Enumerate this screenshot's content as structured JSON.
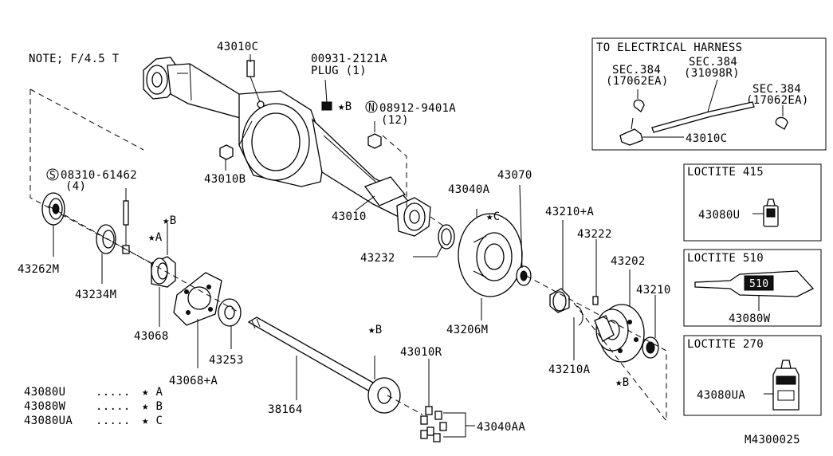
{
  "note": "NOTE; F/4.5 T",
  "diagram_code": "M4300025",
  "part_labels": {
    "p43010C": "43010C",
    "p00931": "00931-2121A",
    "plug": "PLUG (1)",
    "p08912": "08912-9401A",
    "p08912_qty": "(12)",
    "p43010B": "43010B",
    "p08310": "08310-61462",
    "p08310_qty": "(4)",
    "p43010": "43010",
    "p43040A": "43040A",
    "p43070": "43070",
    "p43262M": "43262M",
    "p43234M": "43234M",
    "p43232": "43232",
    "p43210A_plus": "43210+A",
    "p43222": "43222",
    "p43202": "43202",
    "p43210": "43210",
    "p43068": "43068",
    "p43206M": "43206M",
    "p43253": "43253",
    "p43068A": "43068+A",
    "p43210A": "43210A",
    "p43010R": "43010R",
    "p38164": "38164",
    "p43040AA": "43040AA"
  },
  "markers": {
    "starA": "★A",
    "starB": "★B",
    "starC": "★C",
    "circleN": "N",
    "circleS": "S"
  },
  "legend": [
    {
      "part": "43080U",
      "dots": ".....",
      "mark": "★ A"
    },
    {
      "part": "43080W",
      "dots": ".....",
      "mark": "★ B"
    },
    {
      "part": "43080UA",
      "dots": ".....",
      "mark": "★ C"
    }
  ],
  "harness_box": {
    "title": "TO ELECTRICAL HARNESS",
    "sec1": "SEC.384",
    "sec1_code": "(17062EA)",
    "sec2": "SEC.384",
    "sec2_code": "(31098R)",
    "sec3": "SEC.384",
    "sec3_code": "(17062EA)",
    "part": "43010C"
  },
  "loctite_boxes": [
    {
      "title": "LOCTITE 415",
      "part": "43080U"
    },
    {
      "title": "LOCTITE 510",
      "part": "43080W",
      "bottle_text": "510"
    },
    {
      "title": "LOCTITE 270",
      "part": "43080UA"
    }
  ]
}
